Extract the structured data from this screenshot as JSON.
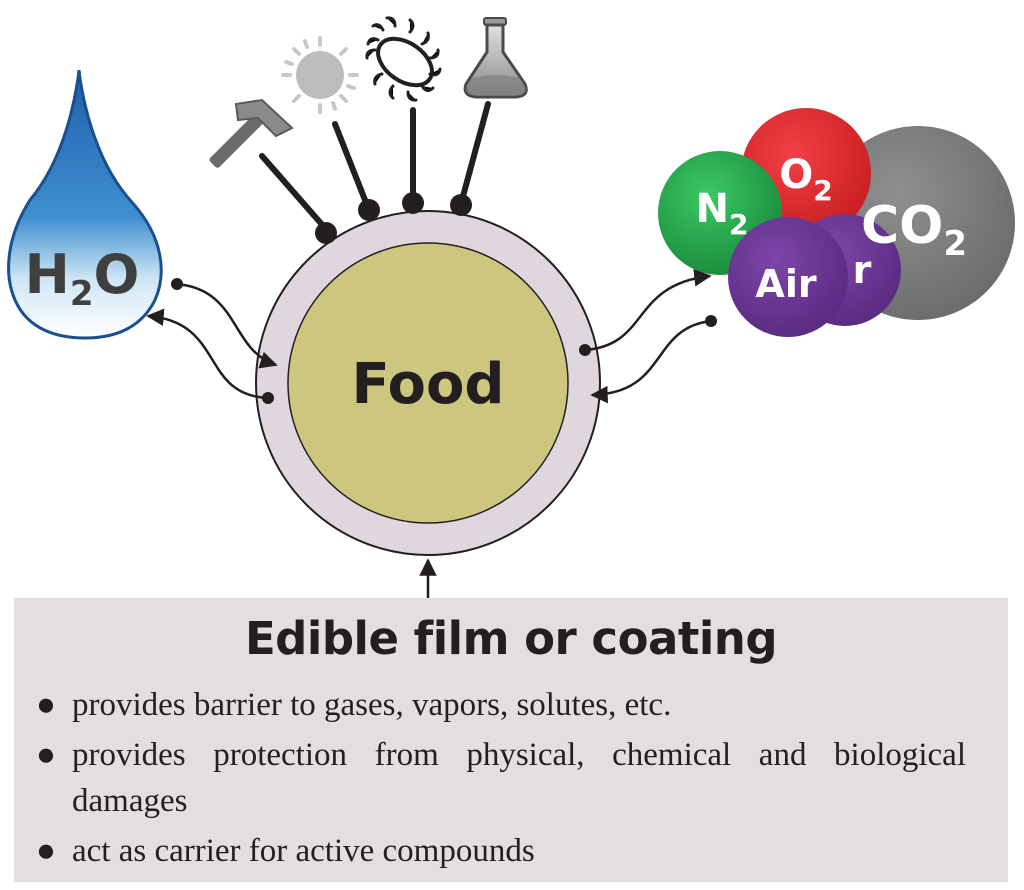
{
  "center": {
    "label": "Food"
  },
  "water_drop": {
    "text_main": "H",
    "text_sub": "2",
    "text_end": "O"
  },
  "gases": {
    "n2": {
      "text_main": "N",
      "text_sub": "2",
      "color": "#23a54a"
    },
    "o2": {
      "text_main": "O",
      "text_sub": "2",
      "color": "#e5262b"
    },
    "co2": {
      "text_main": "CO",
      "text_sub": "2",
      "color": "#7f7f7f"
    },
    "air": {
      "text": "Air",
      "color": "#6a3795"
    },
    "air_partial": {
      "text": "r",
      "color": "#6a3795"
    }
  },
  "hazard_icons": [
    "hammer-icon",
    "sun-icon",
    "bacteria-icon",
    "flask-icon"
  ],
  "colors": {
    "food": "#cdc67e",
    "coating": "#e0d6dd",
    "box": "#e4dde1",
    "text": "#231f20"
  },
  "info": {
    "title": "Edible film or coating",
    "bullets": [
      "provides barrier to gases, vapors, solutes, etc.",
      "provides protection from physical, chemical and biological damages",
      "act as carrier for active compounds"
    ]
  }
}
